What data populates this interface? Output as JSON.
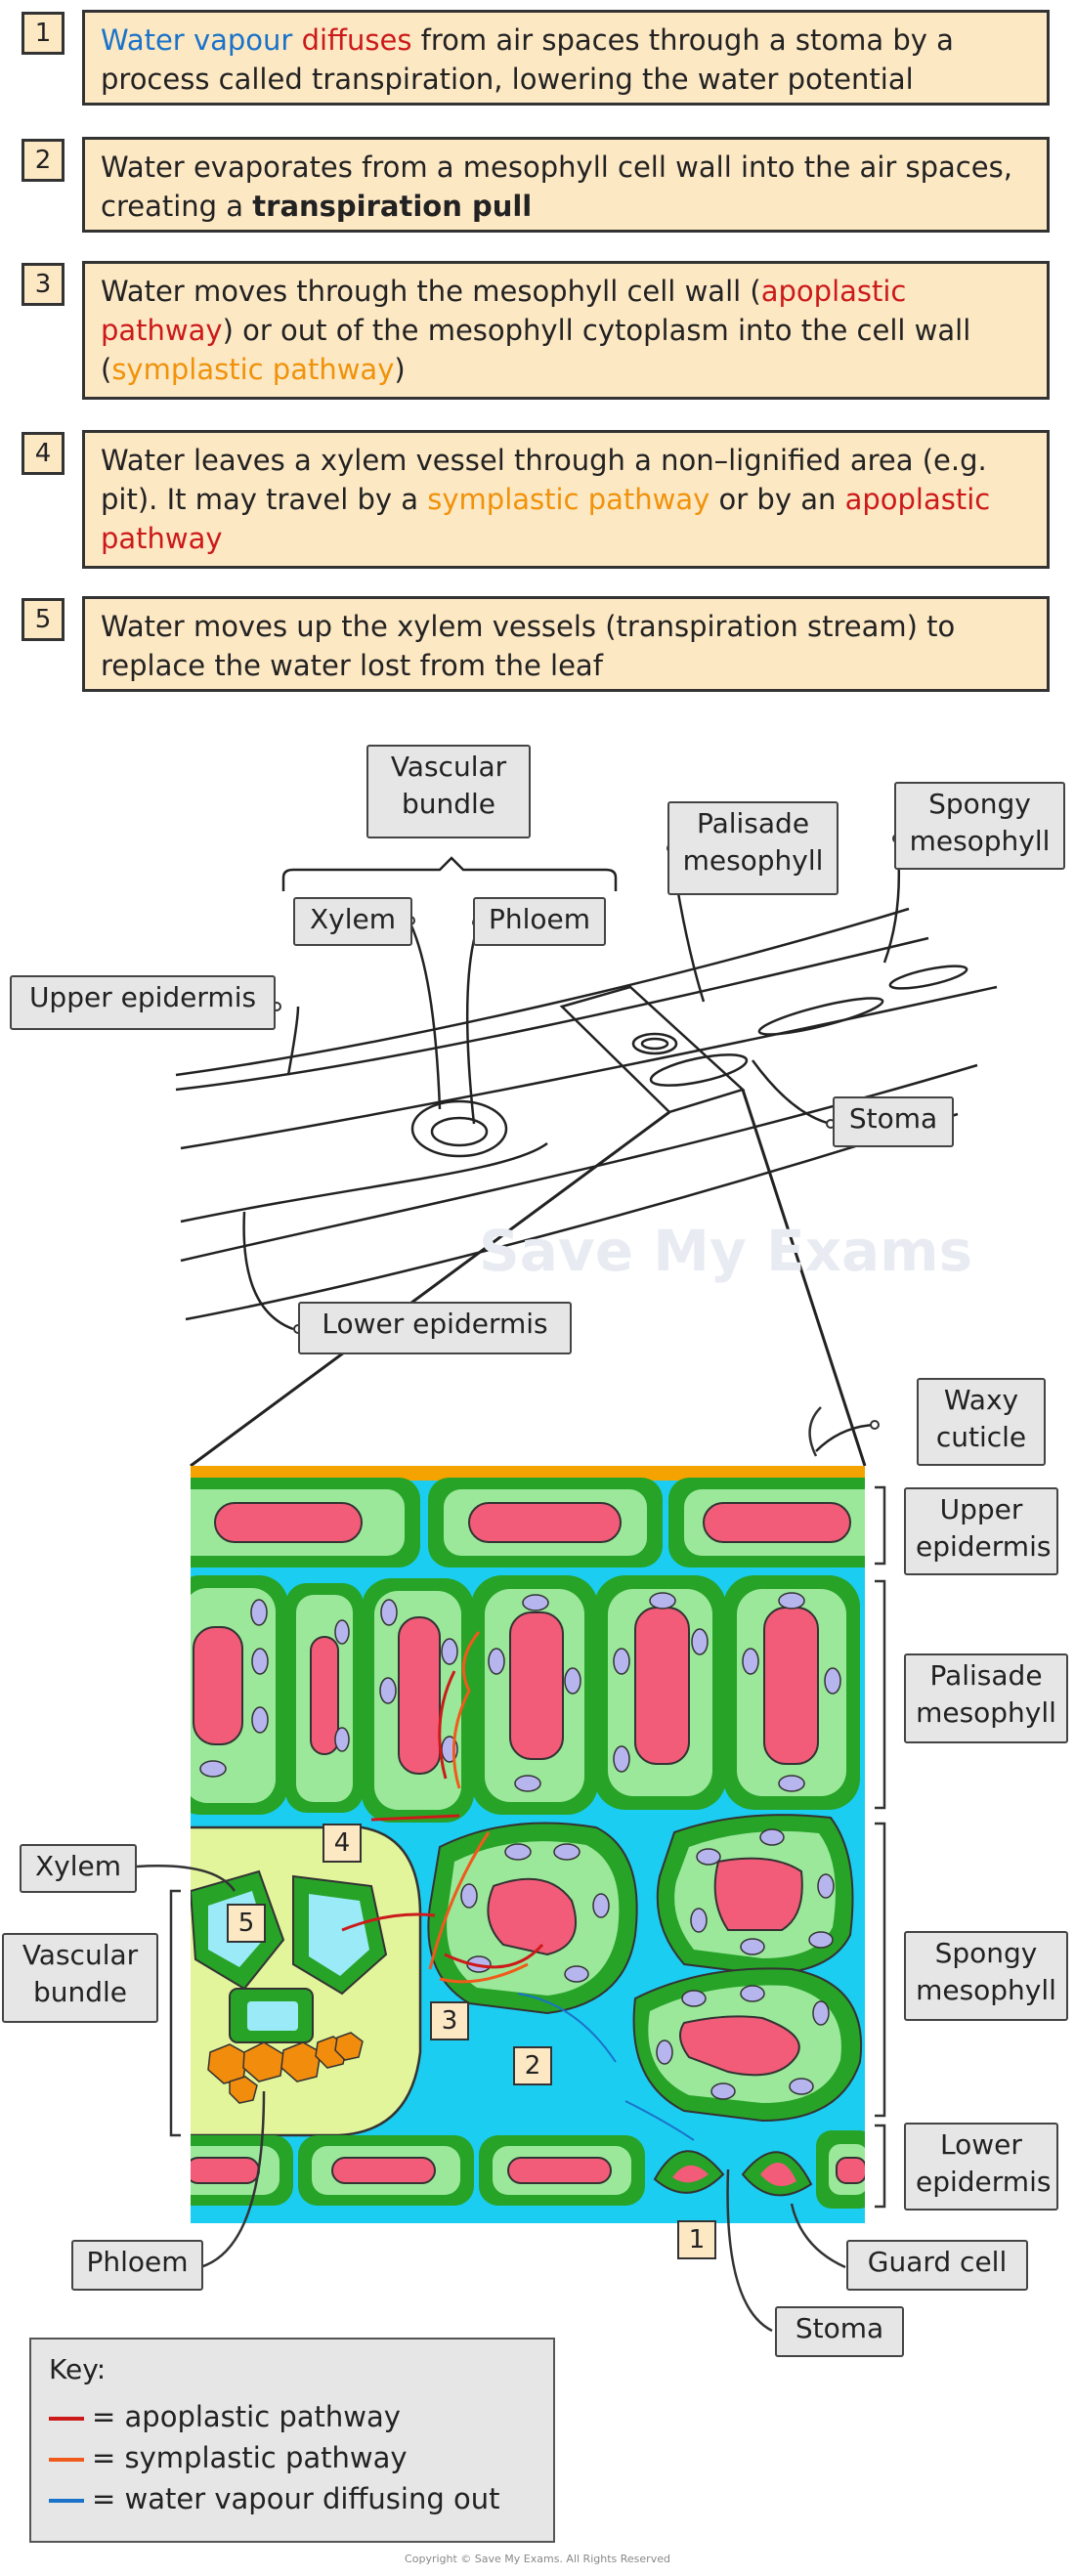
{
  "steps": [
    {
      "num": "1",
      "parts": [
        {
          "t": "Water vapour",
          "c": "blue"
        },
        {
          "t": " "
        },
        {
          "t": "diffuses",
          "c": "red"
        },
        {
          "t": " from air spaces through a stoma by a process called transpiration, lowering the water potential"
        }
      ]
    },
    {
      "num": "2",
      "parts": [
        {
          "t": "Water evaporates from a mesophyll cell wall into the air spaces, creating a "
        },
        {
          "t": "transpiration pull",
          "c": "bold"
        }
      ]
    },
    {
      "num": "3",
      "parts": [
        {
          "t": "Water moves through the mesophyll cell wall ("
        },
        {
          "t": "apoplastic pathway",
          "c": "red"
        },
        {
          "t": ") or out of the mesophyll cytoplasm into the cell wall ("
        },
        {
          "t": "symplastic pathway",
          "c": "orange"
        },
        {
          "t": ")"
        }
      ]
    },
    {
      "num": "4",
      "parts": [
        {
          "t": "Water leaves a xylem vessel through a non–lignified area (e.g. pit). It may travel by a "
        },
        {
          "t": "symplastic pathway",
          "c": "orange"
        },
        {
          "t": " or by an "
        },
        {
          "t": "apoplastic pathway",
          "c": "red"
        }
      ]
    },
    {
      "num": "5",
      "parts": [
        {
          "t": "Water moves up the xylem vessels (transpiration stream) to replace the water lost from the leaf"
        }
      ]
    }
  ],
  "labels": {
    "vascular_bundle_top": "Vascular bundle",
    "xylem_top": "Xylem",
    "phloem_top": "Phloem",
    "palisade_top": "Palisade mesophyll",
    "spongy_top": "Spongy mesophyll",
    "upper_epidermis_top": "Upper epidermis",
    "stoma_top": "Stoma",
    "lower_epidermis_top": "Lower epidermis",
    "waxy_cuticle": "Waxy cuticle",
    "upper_epidermis": "Upper epidermis",
    "palisade": "Palisade mesophyll",
    "spongy": "Spongy mesophyll",
    "lower_epidermis": "Lower epidermis",
    "xylem": "Xylem",
    "vascular_bundle": "Vascular bundle",
    "phloem": "Phloem",
    "guard_cell": "Guard cell",
    "stoma": "Stoma"
  },
  "numbers": [
    "1",
    "2",
    "3",
    "4",
    "5"
  ],
  "key": {
    "title": "Key:",
    "items": [
      {
        "label": "= apoplastic pathway",
        "color": "#cc1a1a"
      },
      {
        "label": "= symplastic pathway",
        "color": "#f05a1a"
      },
      {
        "label": "= water vapour diffusing out",
        "color": "#1a73c9"
      }
    ]
  },
  "watermark": "Save My Exams",
  "copyright": "Copyright © Save My Exams. All Rights Reserved",
  "colors": {
    "box_fill": "#fde8c4",
    "cuticle": "#f5a300",
    "cell_wall": "#27a327",
    "cell_fill": "#9be89b",
    "vacuole": "#f25c78",
    "chloroplast": "#b7b5ee",
    "air_space": "#1ccdf2",
    "xylem_fill": "#9aeaf7",
    "phloem": "#f28c0c",
    "vascular": "#e2f59b"
  }
}
